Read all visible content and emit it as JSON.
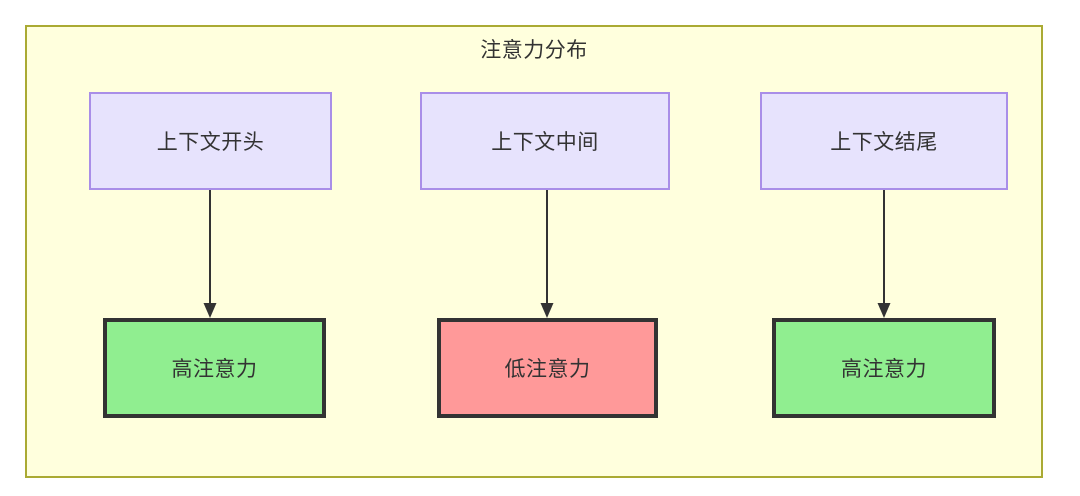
{
  "diagram": {
    "title": "注意力分布",
    "container": {
      "fill": "#ffffdd",
      "stroke": "#aaaa33"
    },
    "nodes": [
      {
        "id": "ctx-start",
        "label": "上下文开头",
        "group": "context",
        "fill": "#e7e3fd",
        "stroke": "#a98ee8"
      },
      {
        "id": "ctx-middle",
        "label": "上下文中间",
        "group": "context",
        "fill": "#e7e3fd",
        "stroke": "#a98ee8"
      },
      {
        "id": "ctx-end",
        "label": "上下文结尾",
        "group": "context",
        "fill": "#e7e3fd",
        "stroke": "#a98ee8"
      },
      {
        "id": "attn-start",
        "label": "高注意力",
        "group": "attention",
        "fill": "#90ee90",
        "stroke": "#333333"
      },
      {
        "id": "attn-middle",
        "label": "低注意力",
        "group": "attention",
        "fill": "#ff9999",
        "stroke": "#333333"
      },
      {
        "id": "attn-end",
        "label": "高注意力",
        "group": "attention",
        "fill": "#90ee90",
        "stroke": "#333333"
      }
    ],
    "edges": [
      {
        "id": "edge-start",
        "from": "ctx-start",
        "to": "attn-start",
        "label": ""
      },
      {
        "id": "edge-middle",
        "from": "ctx-middle",
        "to": "attn-middle",
        "label": ""
      },
      {
        "id": "edge-end",
        "from": "ctx-end",
        "to": "attn-end",
        "label": ""
      }
    ]
  }
}
